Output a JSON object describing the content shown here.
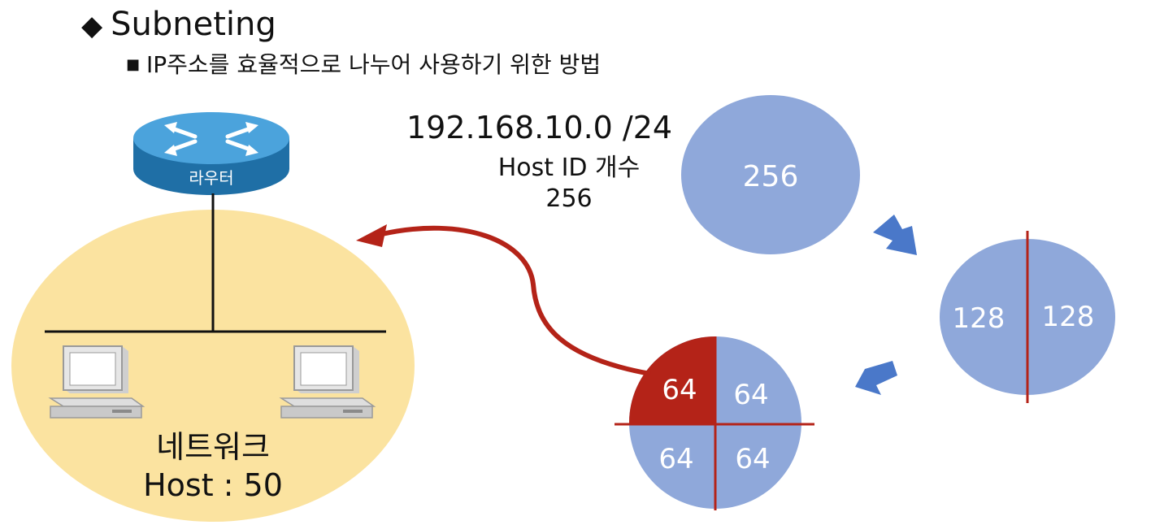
{
  "title": "Subneting",
  "subtitle": "IP주소를 효율적으로 나누어 사용하기 위한 방법",
  "ip_cidr": "192.168.10.0 /24",
  "host_id_label": "Host ID 개수",
  "host_id_count": "256",
  "router_label": "라우터",
  "network_label": "네트워크",
  "network_hosts": "Host : 50",
  "circles": {
    "full": "256",
    "halves": [
      "128",
      "128"
    ],
    "quarters": [
      "64",
      "64",
      "64",
      "64"
    ]
  },
  "colors": {
    "circle_blue": "#8fa8da",
    "highlight_red": "#b42318",
    "network_yellow": "#fbe3a0",
    "arrow_blue": "#4a78c9",
    "router_blue": "#2f86c2"
  }
}
